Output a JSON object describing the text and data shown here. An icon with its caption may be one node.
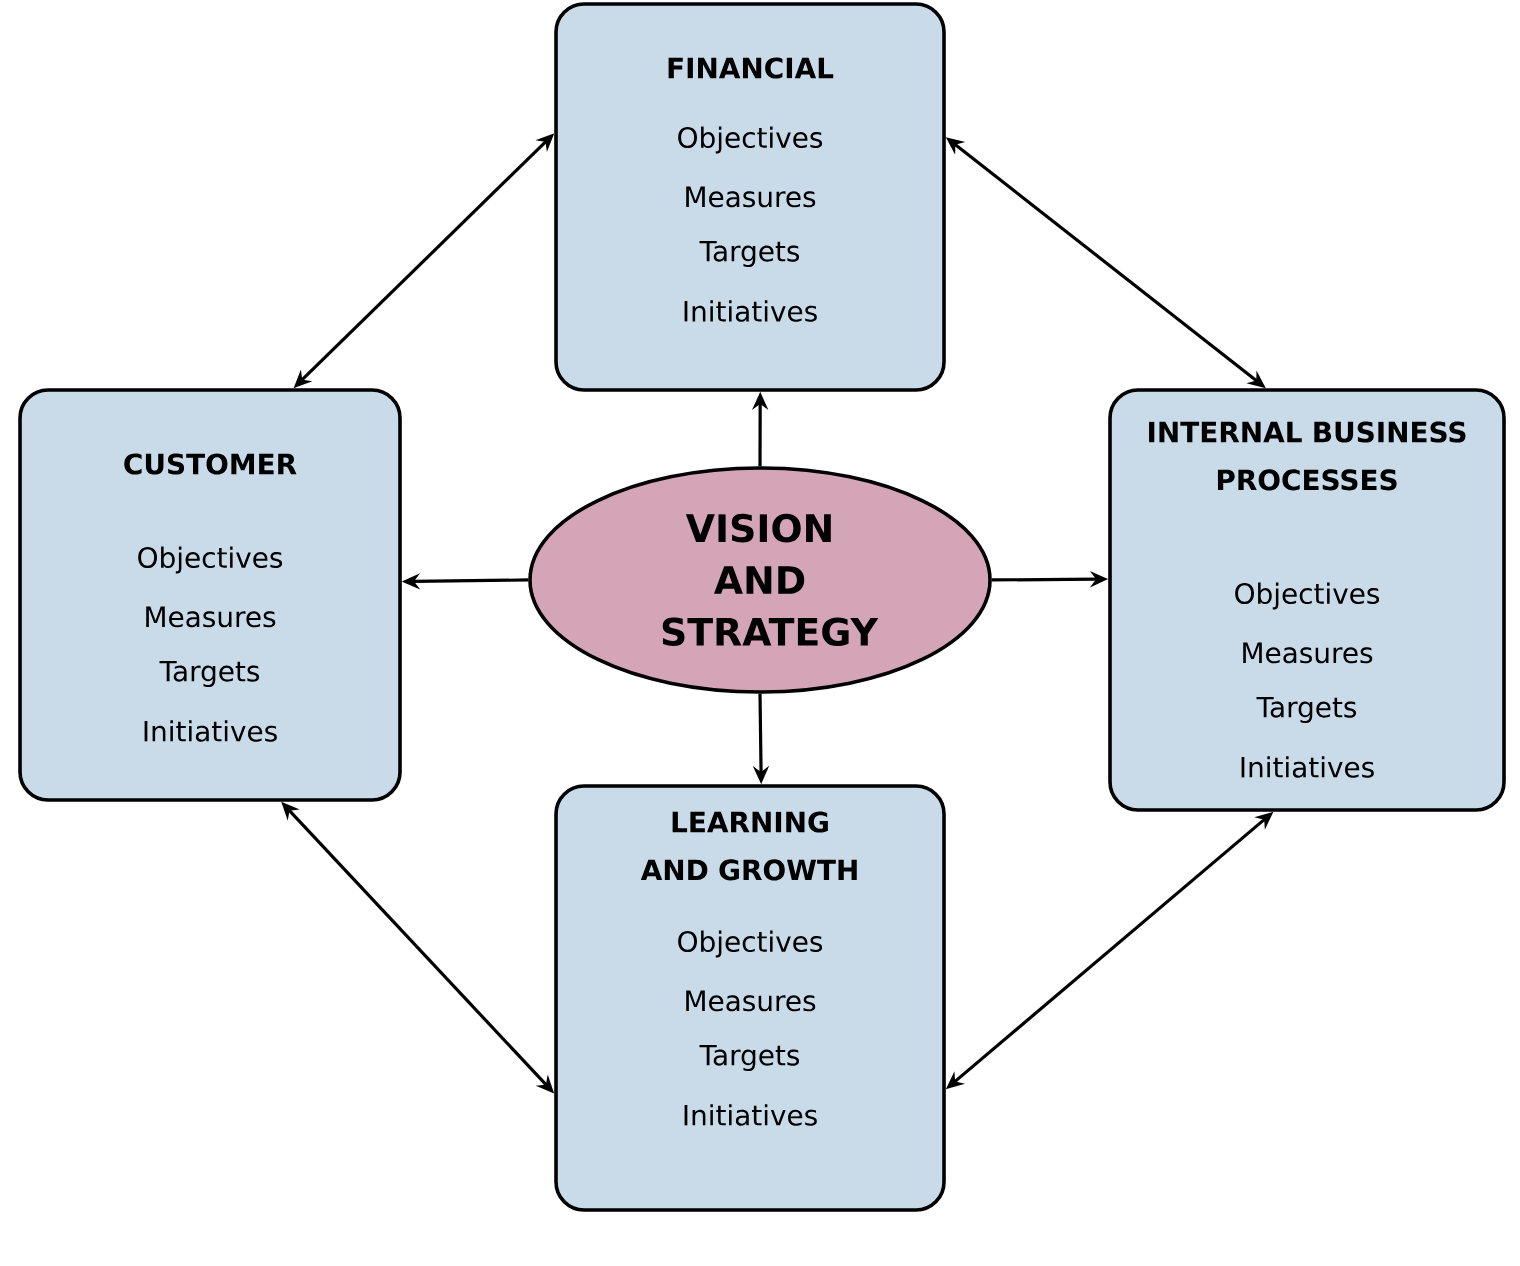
{
  "diagram": {
    "nodes": [
      {
        "text": [
          "FINANCIAL",
          "Objectives",
          "Measures",
          "Targets",
          "Initiatives"
        ]
      },
      {
        "text": [
          "CUSTOMER",
          "Objectives",
          "Measures",
          "Targets",
          "Initiatives"
        ]
      },
      {
        "text": [
          "VISION AND STRATEGY"
        ]
      },
      {
        "text": [
          "INTERNAL BUSINESS PROCESSES",
          "Objectives",
          "Measures",
          "Targets",
          "Initiatives"
        ]
      },
      {
        "text": [
          "LEARNING AND GROWTH",
          "Objectives",
          "Measures",
          "Targets",
          "Initiatives"
        ]
      }
    ],
    "edges": [
      {
        "from": 2,
        "to": 0,
        "arrow": "to"
      },
      {
        "from": 2,
        "to": 1,
        "arrow": "to"
      },
      {
        "from": 2,
        "to": 3,
        "arrow": "to"
      },
      {
        "from": 2,
        "to": 4,
        "arrow": "to"
      },
      {
        "from": 1,
        "to": 0,
        "arrow": "both"
      },
      {
        "from": 0,
        "to": 3,
        "arrow": "both"
      },
      {
        "from": 1,
        "to": 4,
        "arrow": "both"
      },
      {
        "from": 3,
        "to": 4,
        "arrow": "both"
      }
    ]
  }
}
